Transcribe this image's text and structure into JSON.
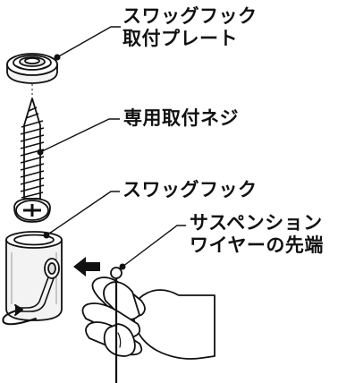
{
  "callouts": {
    "plate": {
      "line1": "スワッグフック",
      "line2": "取付プレート"
    },
    "screw": {
      "line1": "専用取付ネジ"
    },
    "hook": {
      "line1": "スワッグフック"
    },
    "wire": {
      "line1": "サスペンション",
      "line2": "ワイヤーの先端"
    }
  },
  "colors": {
    "ink": "#111111",
    "background": "#ffffff"
  }
}
